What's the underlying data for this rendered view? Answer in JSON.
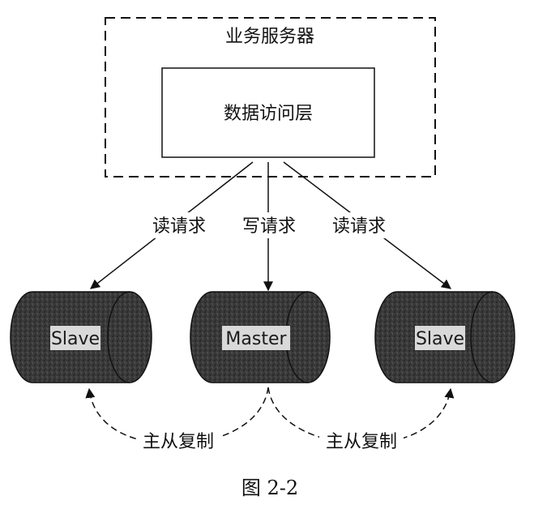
{
  "server": {
    "label": "业务服务器"
  },
  "data_access_layer": {
    "label": "数据访问层"
  },
  "requests": {
    "left": "读请求",
    "middle": "写请求",
    "right": "读请求"
  },
  "nodes": {
    "left": "Slave",
    "middle": "Master",
    "right": "Slave"
  },
  "replication": {
    "left": "主从复制",
    "right": "主从复制"
  },
  "caption": "图 2-2"
}
